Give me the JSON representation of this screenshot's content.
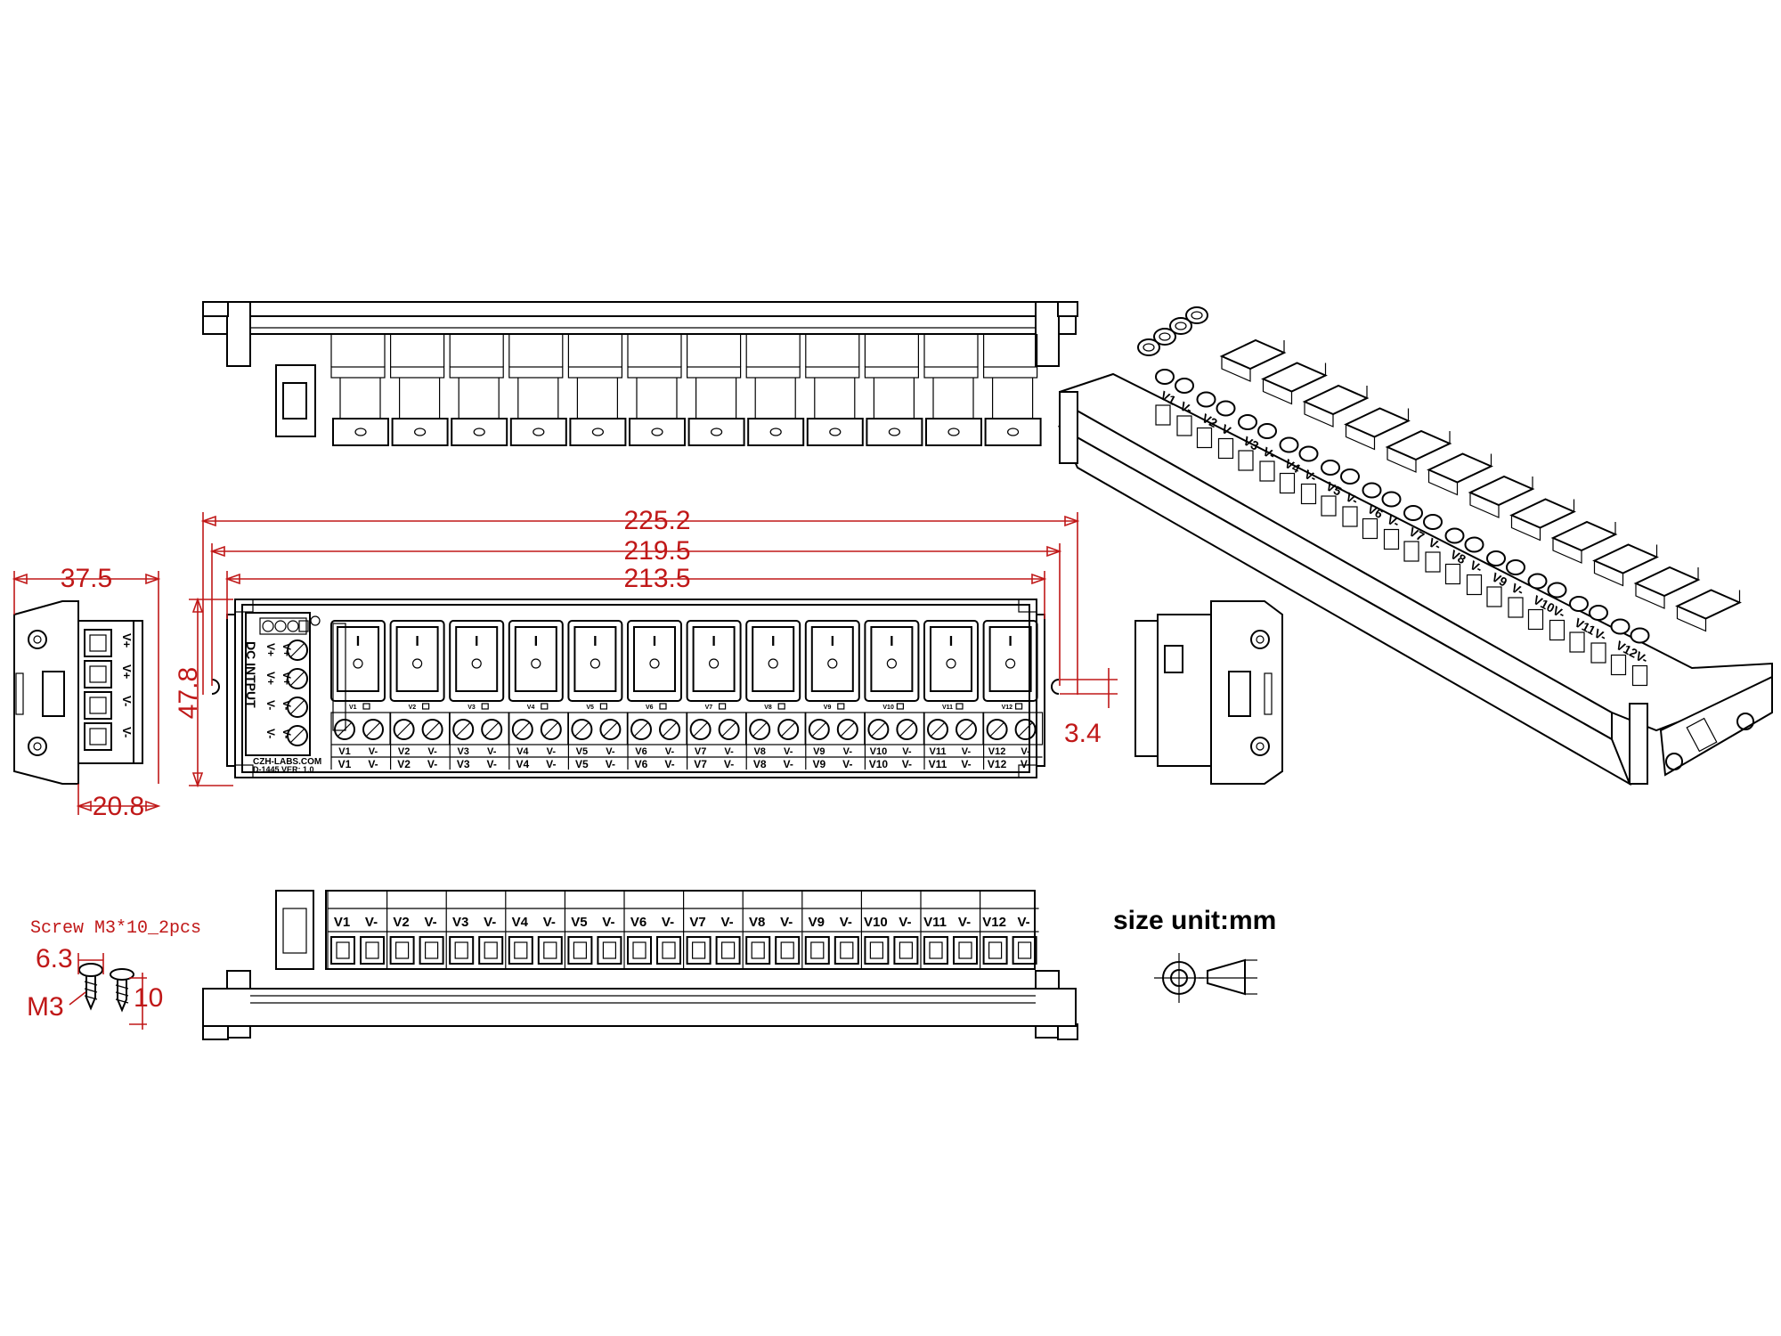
{
  "dimensions": {
    "overall_length": "225.2",
    "mount_hole_pitch": "219.5",
    "body_length": "213.5",
    "height": "47.8",
    "hole_offset": "3.4",
    "side_width": "37.5",
    "side_depth": "20.8"
  },
  "screw": {
    "title": "Screw M3*10_2pcs",
    "head_dia": "6.3",
    "thread": "M3",
    "length": "10"
  },
  "size_unit": "size unit:mm",
  "board": {
    "brand": "CZH-LABS.COM",
    "version": "D-1445  VER: 1.0",
    "input_label": "DC INTPUT",
    "input_terminals": [
      "V+",
      "V+",
      "V-",
      "V-"
    ],
    "switch_on": "I",
    "switch_off": "O"
  },
  "channels": [
    "V1",
    "V2",
    "V3",
    "V4",
    "V5",
    "V6",
    "V7",
    "V8",
    "V9",
    "V10",
    "V11",
    "V12"
  ],
  "neg_label": "V-"
}
